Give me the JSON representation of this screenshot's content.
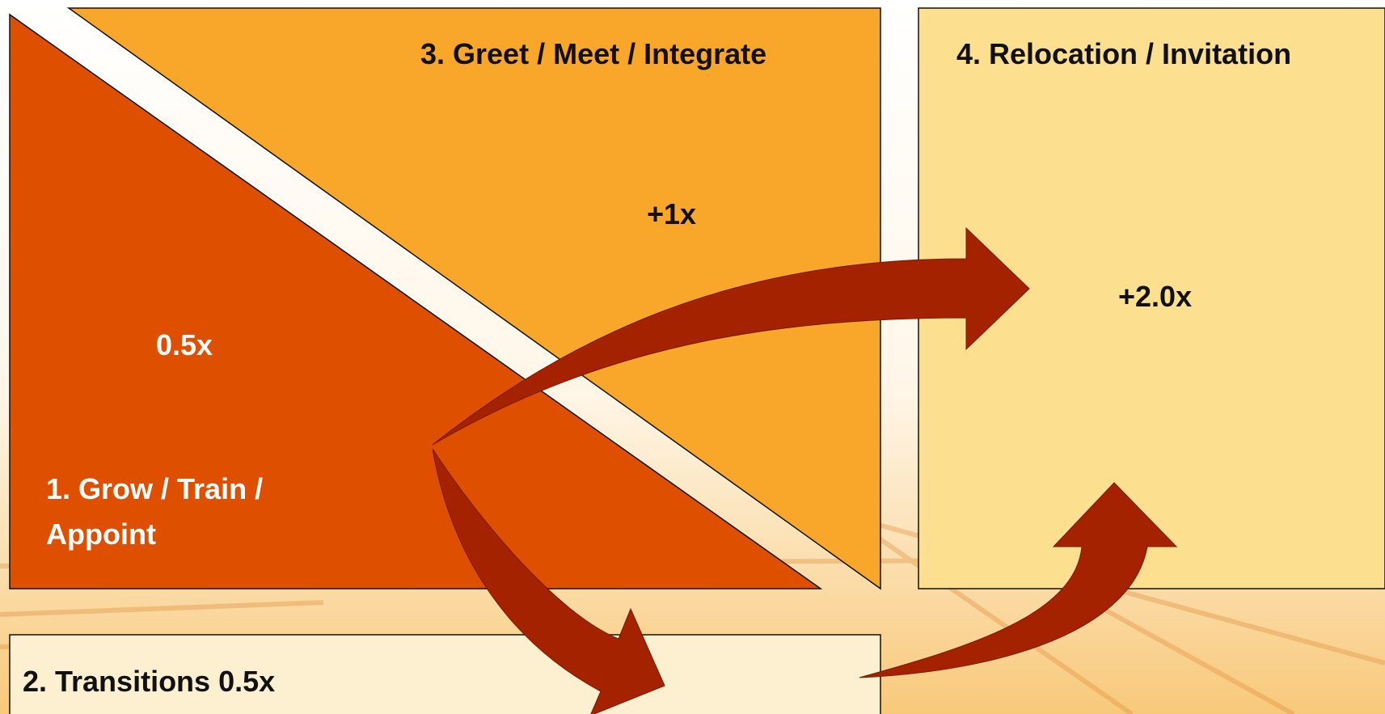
{
  "colors": {
    "background_top": "#ffffff",
    "background_bottom": "#f8c97a",
    "quadrant_1": "#de4f00",
    "quadrant_3": "#f8a72a",
    "quadrant_4": "#fde08f",
    "quadrant_2": "#fdf0d0",
    "arrow": "#a42200",
    "arrow_shade": "#8a1c00",
    "outline": "#111111"
  },
  "quadrants": {
    "greet": {
      "title": "3. Greet / Meet / Integrate",
      "value": "+1x"
    },
    "relocation": {
      "title": "4. Relocation / Invitation",
      "value": "+2.0x"
    },
    "grow": {
      "title_line1": "1. Grow / Train /",
      "title_line2": "Appoint",
      "value": "0.5x"
    },
    "transitions": {
      "title": "2.  Transitions 0.5x"
    }
  },
  "arrows": [
    {
      "name": "grow-to-relocation-arrow",
      "from": "grow",
      "to": "relocation"
    },
    {
      "name": "grow-to-transitions-arrow",
      "from": "grow",
      "to": "transitions"
    },
    {
      "name": "transitions-to-relocation-arrow",
      "from": "transitions",
      "to": "relocation"
    }
  ]
}
